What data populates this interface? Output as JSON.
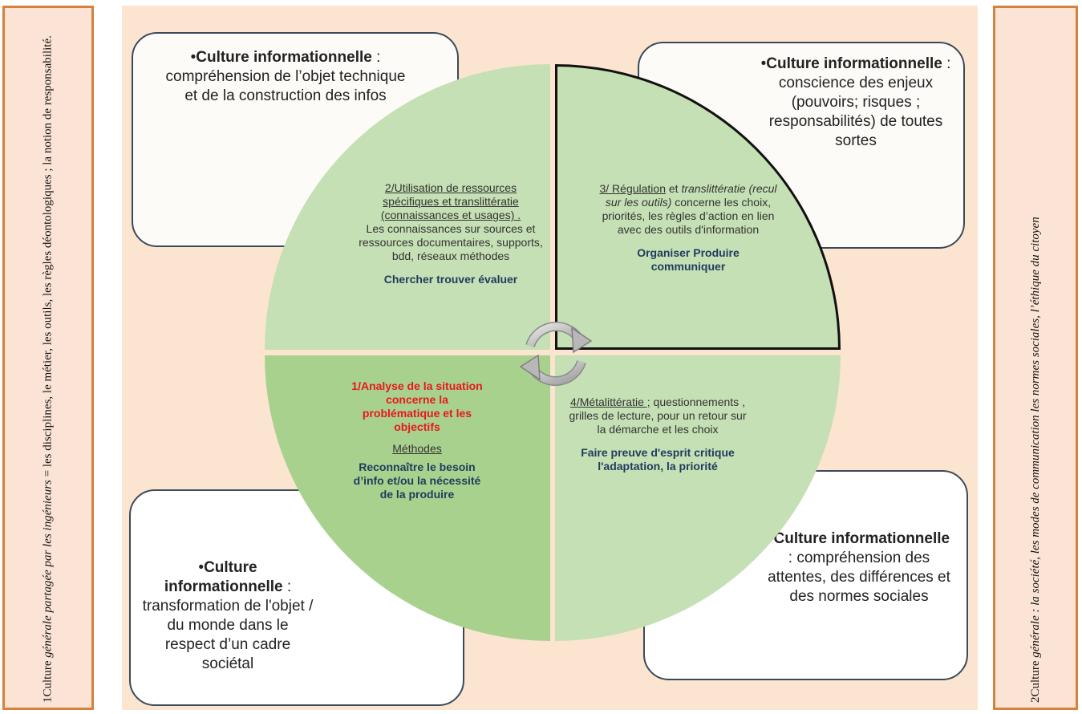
{
  "side_left": {
    "prefix": "1Culture ",
    "em": "générale partagée par les ingénieurs",
    "rest": " = les disciplines, le métier, les outils, les règles déontologiques ; la notion de responsabilité."
  },
  "side_right": {
    "prefix": "2Culture ",
    "em": "générale : la société, les modes de communication les normes sociales, l’éthique du citoyen"
  },
  "boxes": {
    "top_left": {
      "bullet": "•",
      "title": "Culture informationnelle",
      "sep": " :",
      "body": "compréhension de l’objet technique et de la construction des infos"
    },
    "top_right": {
      "bullet": "•",
      "title": "Culture informationnelle",
      "sep": " :",
      "body": "conscience des enjeux (pouvoirs; risques ; responsabilités) de toutes sortes"
    },
    "bottom_left": {
      "bullet": "•",
      "title": "Culture informationnelle",
      "sep": " :",
      "body": "transformation de l'objet / du monde dans le respect d’un cadre sociétal"
    },
    "bottom_right": {
      "bullet": "•",
      "title": "Culture informationnelle",
      "sep": " :",
      "body": "compréhension des attentes, des différences et des normes sociales"
    }
  },
  "quadrants": {
    "q2": {
      "heading": "2/Utilisation de ressources spécifiques et translittératie (connaissances et usages) .",
      "body": "Les connaissances sur sources et ressources documentaires, supports, bdd, réseaux méthodes",
      "action": "Chercher trouver évaluer"
    },
    "q3": {
      "heading": "3/ Régulation",
      "mid": " et ",
      "italic": "translittératie (recul sur les outils)",
      "body": " concerne les choix, priorités, les règles d’action en lien avec des outils d'information",
      "action": "Organiser Produire communiquer"
    },
    "q1": {
      "heading": "1/Analyse de la situation concerne la problématique et les objectifs",
      "sub": "Méthodes",
      "action": "Reconnaître le besoin d’info et/ou la nécessité de la produire"
    },
    "q4": {
      "heading": "4/Métalittératie ;",
      "body": " questionnements , grilles de lecture, pour un retour sur la démarche et les choix",
      "action": "Faire preuve d'esprit critique l'adaptation, la priorité"
    }
  },
  "colors": {
    "panel_bg": "#fbe5d0",
    "quad_light": "#c5e0b4",
    "quad_dark": "#a9d18e",
    "action_text": "#1f3b5e",
    "alert_text": "#e8171b",
    "side_border": "#d4823d"
  },
  "icons": {
    "center": "cycle-arrows-icon"
  }
}
